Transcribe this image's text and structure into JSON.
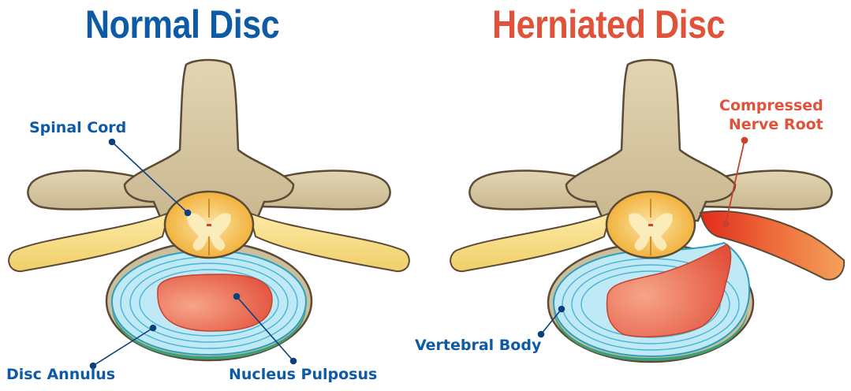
{
  "titles": {
    "normal": "Normal Disc",
    "herniated": "Herniated Disc"
  },
  "labels": {
    "spinal_cord": "Spinal Cord",
    "disc_annulus": "Disc Annulus",
    "nucleus_pulposus": "Nucleus Pulposus",
    "vertebral_body": "Vertebral Body",
    "compressed_line1": "Compressed",
    "compressed_line2": "Nerve Root"
  },
  "colors": {
    "title_blue": "#0d5aa6",
    "title_red": "#e0523a",
    "bone": "#d8c9a5",
    "bone_outline": "#5c4b36",
    "nerve": "#f7df8a",
    "cord": "#f3b032",
    "annulus": "#b8e6f2",
    "nucleus": "#e8604a",
    "inflamed": "#e83c22"
  }
}
